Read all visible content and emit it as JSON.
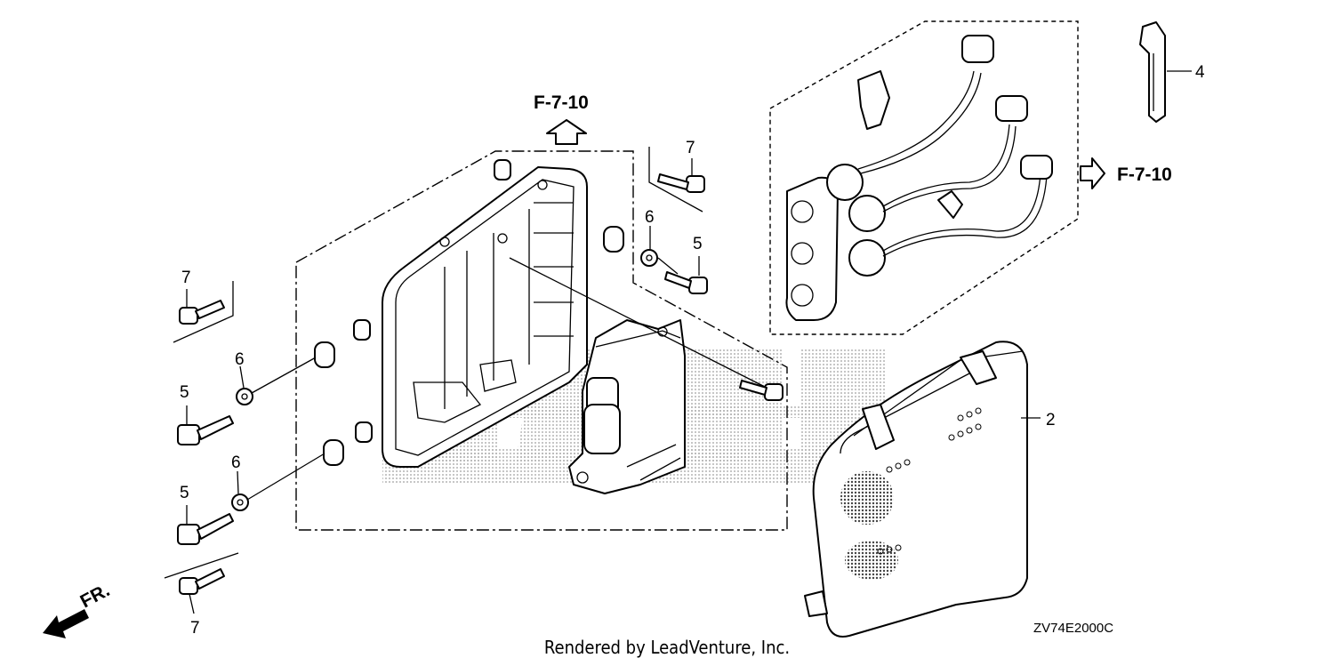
{
  "diagram": {
    "callouts": {
      "ref_top": "F-7-10",
      "ref_right": "F-7-10",
      "part_2": "2",
      "part_4": "4",
      "part_5_a": "5",
      "part_5_b": "5",
      "part_5_c": "5",
      "part_6_a": "6",
      "part_6_b": "6",
      "part_6_c": "6",
      "part_7_a": "7",
      "part_7_b": "7",
      "part_7_c": "7",
      "front_marker": "FR."
    },
    "diagram_code": "ZV74E2000C",
    "credit": "Rendered by LeadVenture, Inc.",
    "watermark_icon": "brand-watermark-icon"
  }
}
